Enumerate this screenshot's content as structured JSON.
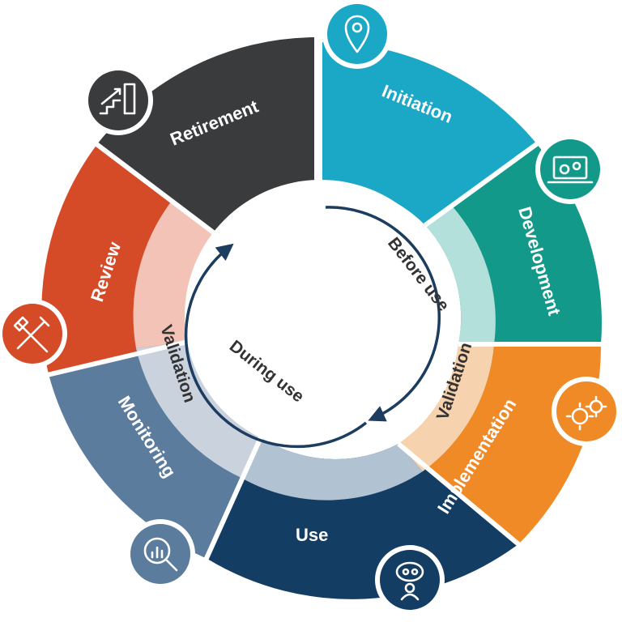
{
  "segments": [
    {
      "label": "Initiation",
      "color": "#1ba7c6",
      "icon": "location-pin-icon"
    },
    {
      "label": "Development",
      "color": "#13998a",
      "icon": "laptop-gears-icon"
    },
    {
      "label": "Implementation",
      "color": "#f08a26",
      "icon": "gears-icon"
    },
    {
      "label": "Use",
      "color": "#143d63",
      "icon": "person-thinking-gears-icon"
    },
    {
      "label": "Monitoring",
      "color": "#5b7c9d",
      "icon": "magnifier-chart-icon"
    },
    {
      "label": "Review",
      "color": "#d54b27",
      "icon": "wrench-hammer-icon"
    },
    {
      "label": "Retirement",
      "color": "#3a3b3d",
      "icon": "stairs-exit-icon"
    }
  ],
  "validation_bands": [
    {
      "label": "Validation",
      "color": "#b3e0da"
    },
    {
      "label": "Validation",
      "color": "#c9d2dd"
    }
  ],
  "inner_ring": {
    "before_label": "Before use",
    "during_label": "During use",
    "arrow_color": "#1c3d5f"
  }
}
